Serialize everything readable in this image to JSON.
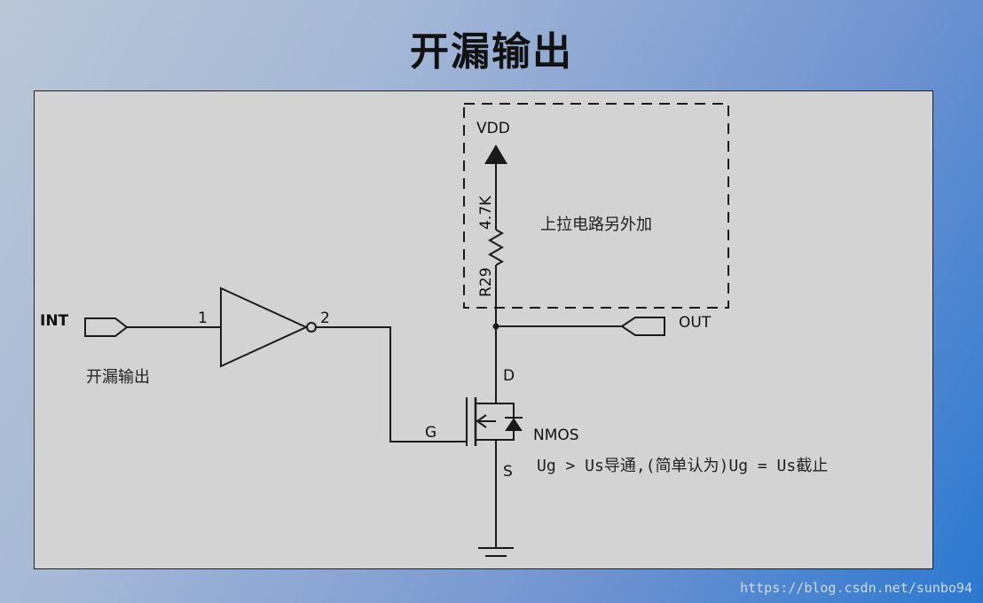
{
  "title": "开漏输出",
  "labels": {
    "int": "INT",
    "pin1": "1",
    "pin2": "2",
    "vdd": "VDD",
    "resistor_value": "4.7K",
    "resistor_ref": "R29",
    "pullup_note": "上拉电路另外加",
    "out": "OUT",
    "open_drain": "开漏输出",
    "drain": "D",
    "gate": "G",
    "nmos": "NMOS",
    "source": "S",
    "condition": "Ug > Us导通,(简单认为)Ug = Us截止"
  },
  "watermark": "https://blog.csdn.net/sunbo94",
  "colors": {
    "wire": "#1a1a1a",
    "panel": "#d3d3d3"
  }
}
